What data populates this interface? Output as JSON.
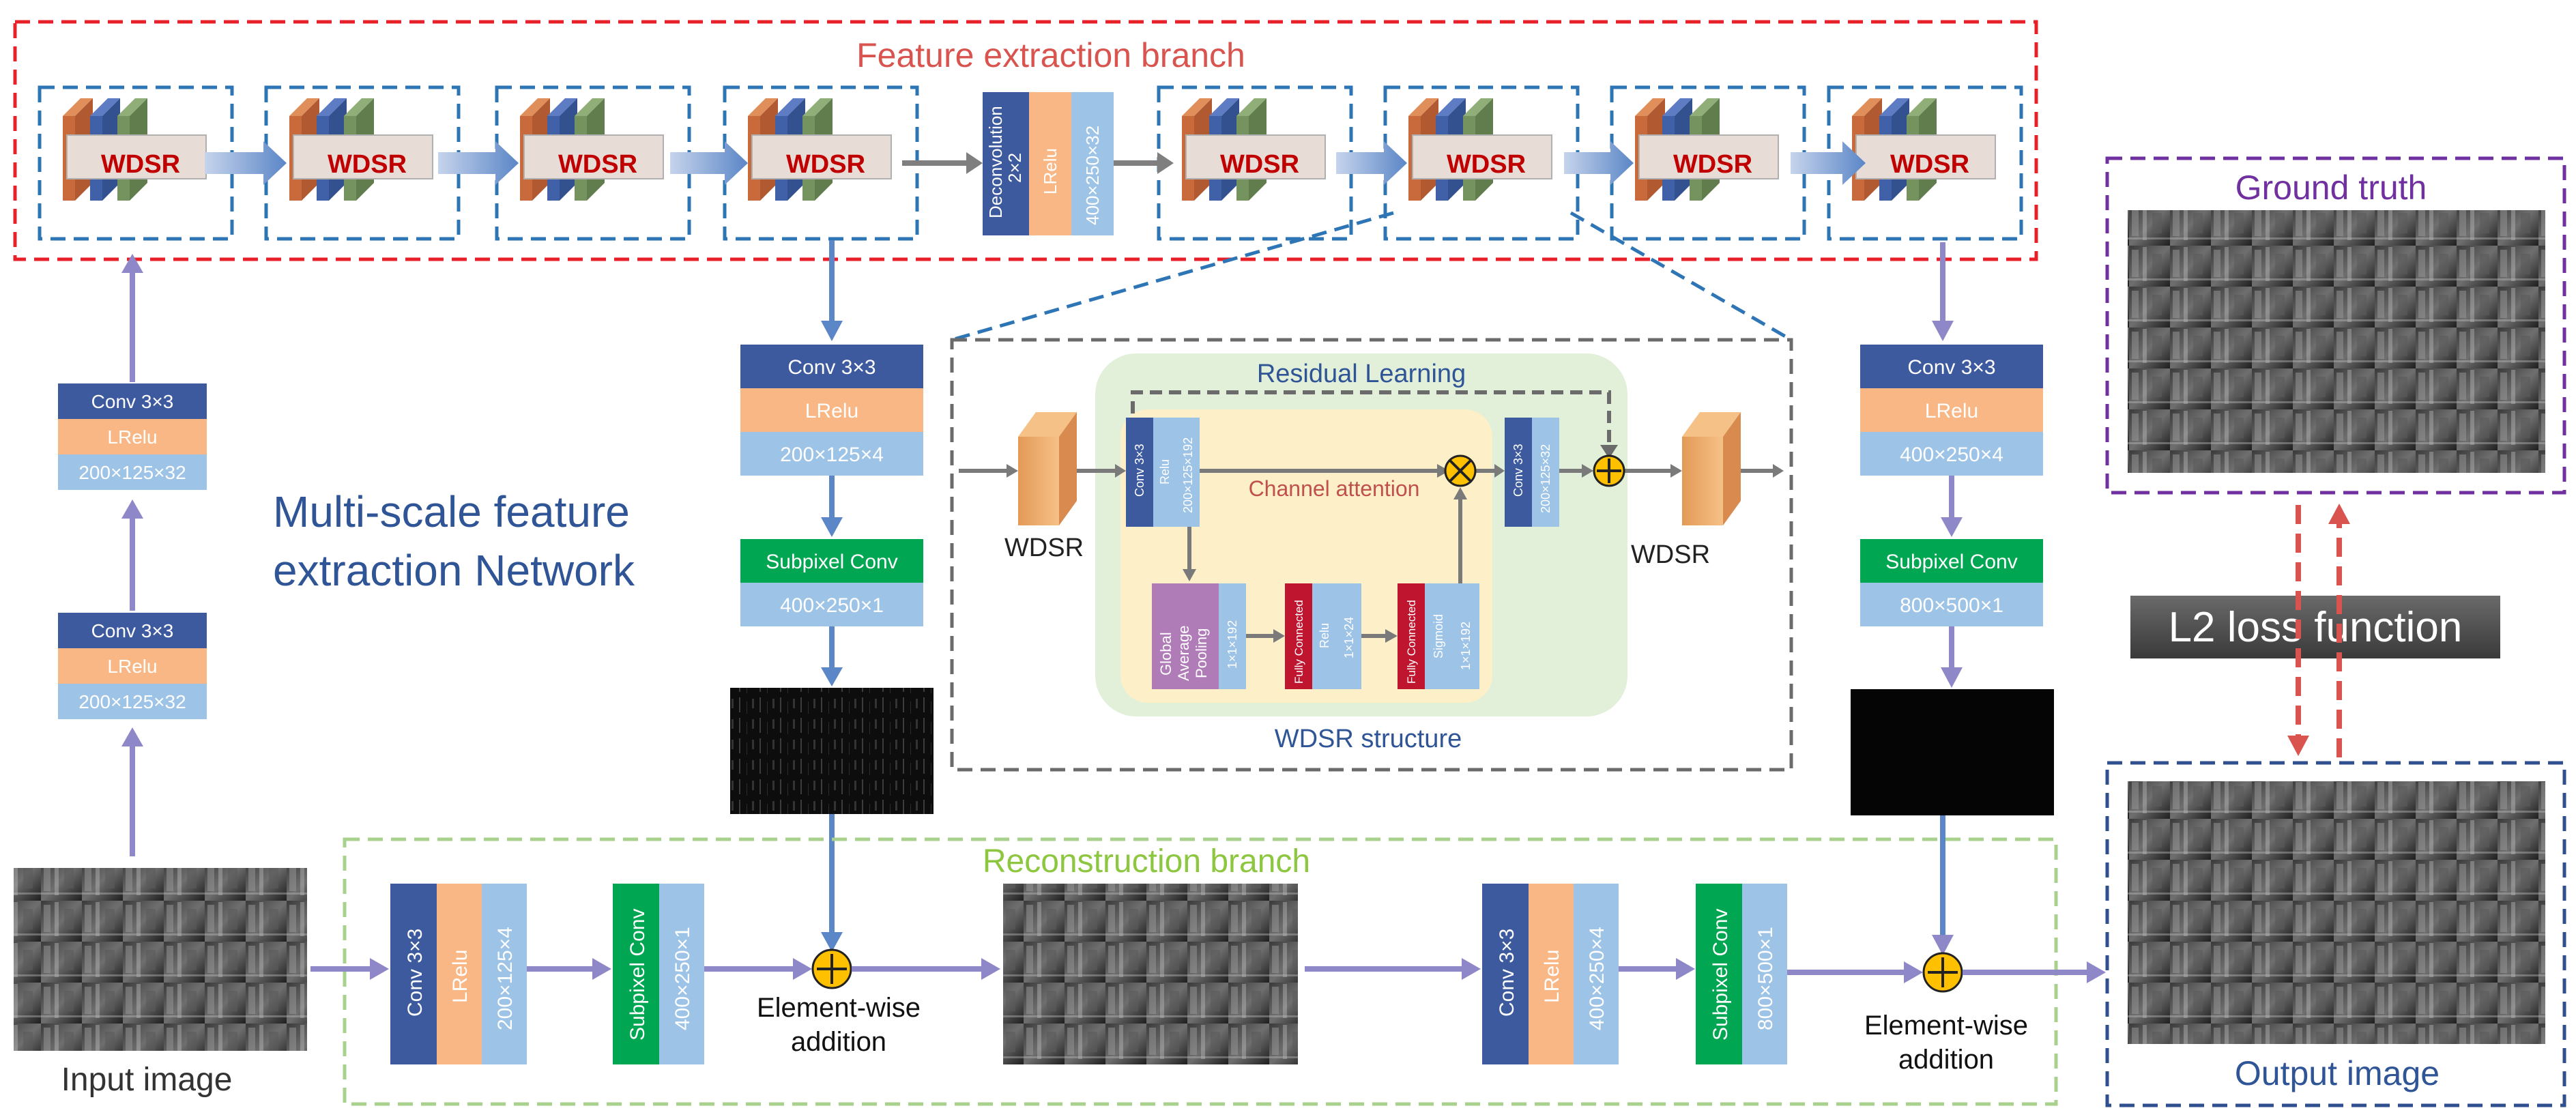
{
  "titles": {
    "feature_branch": "Feature extraction branch",
    "reconstruction_branch": "Reconstruction branch",
    "ground_truth": "Ground truth",
    "output_image": "Output image",
    "input_image": "Input image",
    "multiscale_line1": "Multi-scale feature",
    "multiscale_line2": "extraction Network",
    "loss": "L2 loss function"
  },
  "wdsr_label": "WDSR",
  "deconv": {
    "name": "Deconvolution",
    "kernel": "2×2",
    "act": "LRelu",
    "size": "400×250×32"
  },
  "left_stack": [
    {
      "conv": "Conv 3×3",
      "act": "LRelu",
      "size": "200×125×32"
    },
    {
      "conv": "Conv 3×3",
      "act": "LRelu",
      "size": "200×125×32"
    }
  ],
  "mid_stack": {
    "conv": "Conv 3×3",
    "act": "LRelu",
    "size": "200×125×4",
    "subpixel": "Subpixel Conv",
    "sub_size": "400×250×1"
  },
  "right_stack": {
    "conv": "Conv 3×3",
    "act": "LRelu",
    "size": "400×250×4",
    "subpixel": "Subpixel Conv",
    "sub_size": "800×500×1"
  },
  "recon1": {
    "conv": "Conv 3×3",
    "act": "LRelu",
    "size": "200×125×4",
    "subpixel": "Subpixel Conv",
    "sub_size": "400×250×1"
  },
  "recon2": {
    "conv": "Conv 3×3",
    "act": "LRelu",
    "size": "400×250×4",
    "subpixel": "Subpixel Conv",
    "sub_size": "800×500×1"
  },
  "element_wise": {
    "line1": "Element-wise",
    "line2": "addition"
  },
  "wdsr_structure": {
    "title": "WDSR structure",
    "residual": "Residual Learning",
    "channel_attention": "Channel attention",
    "in_label": "WDSR",
    "out_label": "WDSR",
    "conv1": {
      "name": "Conv 3×3",
      "act": "Relu",
      "size": "200×125×192"
    },
    "gap": {
      "line1": "Global",
      "line2": "Average",
      "line3": "Pooling",
      "size": "1×1×192"
    },
    "fc1": {
      "name": "Fully Connected",
      "act": "Relu",
      "size": "1×1×24"
    },
    "fc2": {
      "name": "Fully Connected",
      "act": "Sigmoid",
      "size": "1×1×192"
    },
    "conv2": {
      "name": "Conv 3×3",
      "size": "200×125×32"
    }
  },
  "colors": {
    "red_dash": "#e8202a",
    "blue_dash": "#2e75b6",
    "purple_dash": "#7030a0",
    "navy_dash": "#2f4f8f",
    "green_dash": "#a9d18e",
    "gray_dash": "#6b6b6b",
    "conv_blue": "#3d5a9e",
    "lrelu_orange": "#f8b784",
    "size_blue": "#9dc3e6",
    "subpixel_green": "#00a651",
    "wdsr_text": "#c00000",
    "arrow_purple": "#8e88c9",
    "title_red": "#d9534f",
    "purple_text": "#7030a0",
    "navy_text": "#2f5597",
    "green_text": "#8dc63f",
    "gap_purple": "#b07cb8",
    "fc_red": "#c0152f"
  }
}
